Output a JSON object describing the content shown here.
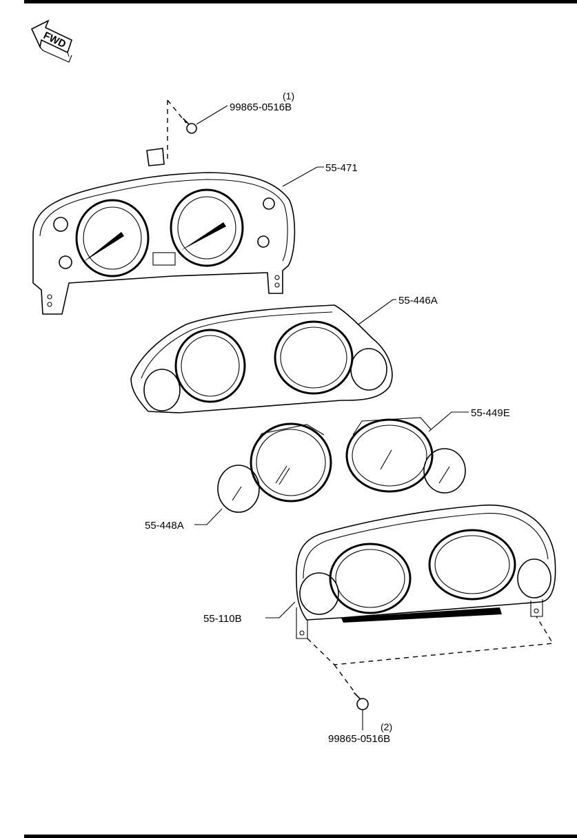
{
  "fwd_arrow": {
    "text": "FWD",
    "icon": "fwd-direction-arrow-icon"
  },
  "parts": [
    {
      "id": "screw-top",
      "part_number": "99865-0516B",
      "quantity": "(1)"
    },
    {
      "id": "housing",
      "part_number": "55-471"
    },
    {
      "id": "case-frame",
      "part_number": "55-446A"
    },
    {
      "id": "lens-right",
      "part_number": "55-449E"
    },
    {
      "id": "lens-left",
      "part_number": "55-448A"
    },
    {
      "id": "cover",
      "part_number": "55-110B"
    },
    {
      "id": "screw-bottom",
      "part_number": "99865-0516B",
      "quantity": "(2)"
    }
  ]
}
